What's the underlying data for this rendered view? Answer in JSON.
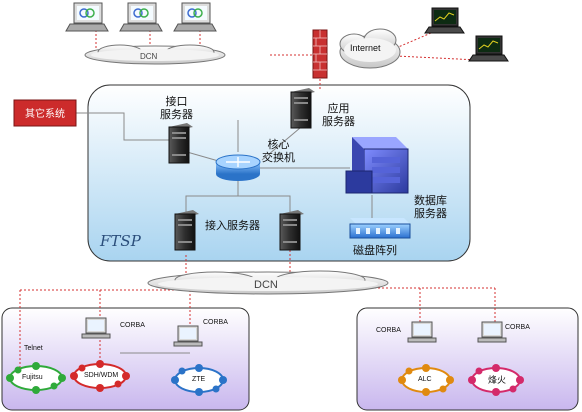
{
  "top_cloud_label": "DCN",
  "internet_label": "Internet",
  "other_system_label": "其它系统",
  "interface_server_label": [
    "接口",
    "服务器"
  ],
  "app_server_label": [
    "应用",
    "服务器"
  ],
  "core_switch_label": [
    "核心",
    "交换机"
  ],
  "db_server_label": [
    "数据库",
    "服务器"
  ],
  "access_server_label": "接入服务器",
  "disk_array_label": "磁盘阵列",
  "ftsp_label": "FTSP",
  "mid_cloud_label": "DCN",
  "left_group": {
    "protocol_labels": [
      "CORBA",
      "CORBA",
      "Telnet"
    ],
    "rings": [
      "Fujitsu",
      "SDH/WDM",
      "ZTE"
    ]
  },
  "right_group": {
    "protocol_labels": [
      "CORBA",
      "CORBA"
    ],
    "rings": [
      "ALC",
      "烽火"
    ]
  },
  "colors": {
    "ftsp_fill_top": "#ffffff",
    "ftsp_fill_bottom": "#a9d4f0",
    "bottom_fill_top": "#ffffff",
    "bottom_fill_bottom": "#c9b7ee",
    "other_system_red": "#cc2b2b",
    "link_red": "#d43030",
    "firewall": "#c83030"
  },
  "icons": [
    "laptop-icon",
    "server-tower-icon",
    "router-icon",
    "database-server-icon",
    "disk-array-icon",
    "firewall-icon",
    "cloud-icon",
    "ring-network-icon"
  ]
}
